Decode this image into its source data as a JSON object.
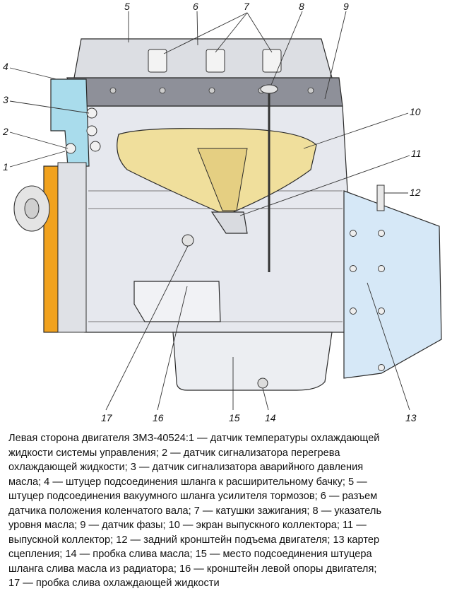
{
  "callouts": [
    "1",
    "2",
    "3",
    "4",
    "5",
    "6",
    "7",
    "8",
    "9",
    "10",
    "11",
    "12",
    "13",
    "14",
    "15",
    "16",
    "17"
  ],
  "colors": {
    "block": "#e6e8ee",
    "head": "#8e9099",
    "manifold_shield": "#f0df9c",
    "bellhousing": "#d6e8f7",
    "pulley": "#f1a21e",
    "coolant_fitting": "#a9dcec"
  },
  "caption_lines": [
    "Левая сторона двигателя ЗМЗ-40524:1 — датчик температуры охлаждающей",
    "жидкости системы управления; 2 — датчик сигнализатора перегрева",
    "охлаждающей жидкости; 3 — датчик сигнализатора аварийного давления",
    "масла; 4 — штуцер подсоединения шланга к расширительному бачку; 5 —",
    "штуцер подсоединения вакуумного шланга усилителя тормозов; 6 — разъем",
    "датчика положения коленчатого вала; 7 — катушки зажигания; 8 — указатель",
    "уровня масла; 9 — датчик фазы; 10 — экран выпускного коллектора; 11 —",
    "выпускной коллектор; 12 — задний кронштейн подъема двигателя; 13 картер",
    "сцепления; 14 — пробка слива масла; 15 — место подсоединения штуцера",
    "шланга слива масла из радиатора; 16 — кронштейн левой опоры двигателя;",
    "17 — пробка слива охлаждающей жидкости"
  ]
}
